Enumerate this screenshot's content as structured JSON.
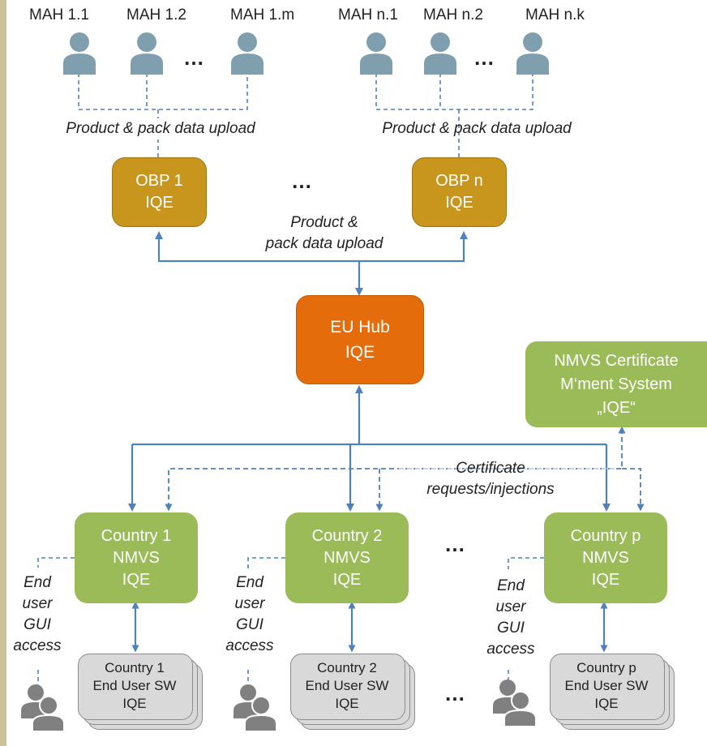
{
  "mah_labels": [
    "MAH 1.1",
    "MAH 1.2",
    "MAH 1.m",
    "MAH n.1",
    "MAH n.2",
    "MAH n.k"
  ],
  "ellipsis": "…",
  "upload_left": "Product & pack data upload",
  "upload_right": "Product & pack data upload",
  "obp1": {
    "line1": "OBP 1",
    "line2": "IQE"
  },
  "obpn": {
    "line1": "OBP n",
    "line2": "IQE"
  },
  "upload_center": {
    "line1": "Product &",
    "line2": "pack data upload"
  },
  "hub": {
    "line1": "EU Hub",
    "line2": "IQE"
  },
  "cert_system": {
    "line1": "NMVS Certificate",
    "line2": "M‘ment System",
    "line3": "„IQE“"
  },
  "cert_requests": {
    "line1": "Certificate",
    "line2": "requests/injections"
  },
  "countries": [
    {
      "line1": "Country 1",
      "line2": "NMVS",
      "line3": "IQE"
    },
    {
      "line1": "Country 2",
      "line2": "NMVS",
      "line3": "IQE"
    },
    {
      "line1": "Country p",
      "line2": "NMVS",
      "line3": "IQE"
    }
  ],
  "end_user_sw": [
    {
      "line1": "Country 1",
      "line2": "End User SW",
      "line3": "IQE"
    },
    {
      "line1": "Country 2",
      "line2": "End User SW",
      "line3": "IQE"
    },
    {
      "line1": "Country p",
      "line2": "End User SW",
      "line3": "IQE"
    }
  ],
  "gui_access": {
    "line1": "End",
    "line2": "user",
    "line3": "GUI",
    "line4": "access"
  },
  "colors": {
    "obp": "#c8961c",
    "hub": "#e46c0a",
    "nmvs": "#9bbb59",
    "arrow": "#4f81bd",
    "person": "#7f9fae",
    "sw": "#d9d9d9"
  },
  "icons": [
    "user-icon",
    "user-group-icon"
  ]
}
